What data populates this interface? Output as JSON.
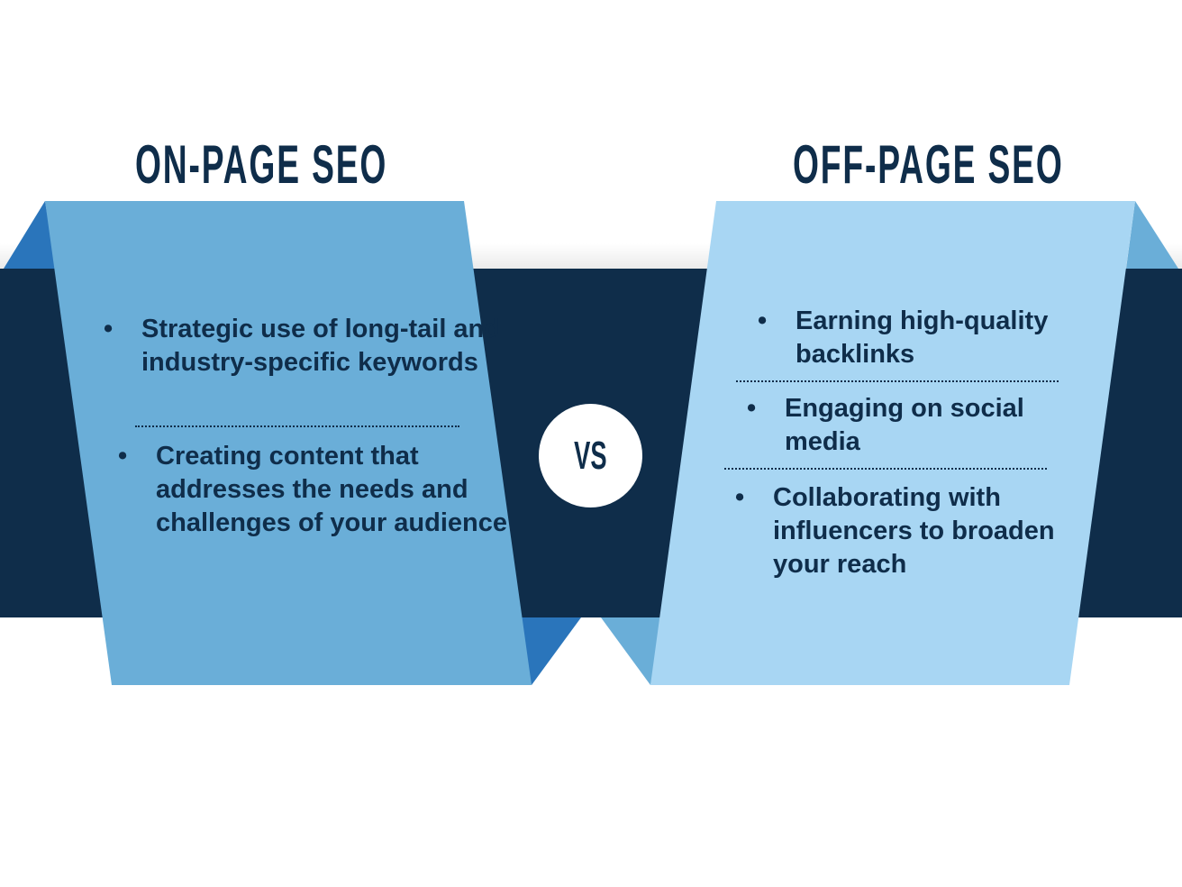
{
  "left": {
    "title": "ON-PAGE SEO",
    "items": [
      "Strategic use of long-tail and industry-specific keywords",
      "Creating content that addresses the needs and challenges of your audience"
    ]
  },
  "right": {
    "title": "OFF-PAGE SEO",
    "items": [
      "Earning high-quality backlinks",
      "Engaging on social media",
      "Collaborating with influencers to broaden your reach"
    ]
  },
  "vs_label": "VS",
  "colors": {
    "band": "#0f2d4a",
    "left_panel": "#6aaed8",
    "left_fold": "#2a75bb",
    "right_panel": "#a8d6f3",
    "right_fold": "#6aaed8"
  }
}
